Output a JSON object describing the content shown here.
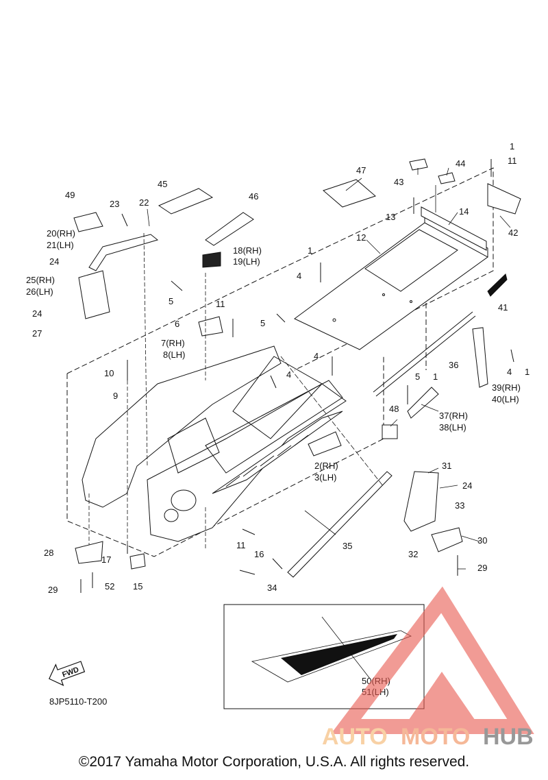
{
  "diagram": {
    "code": "8JP5110-T200",
    "fwd_label": "FWD",
    "copyright": "©2017 Yamaha Motor Corporation, U.S.A. All rights reserved.",
    "watermark": {
      "part1": "AUTO",
      "part2": "MOTO",
      "part3": "HUB",
      "color": "#e85a50"
    },
    "inset_label": "50(RH)\n51(LH)",
    "callouts": {
      "c1_top": "1",
      "c11_top": "11",
      "c42": "42",
      "c44": "44",
      "c43": "43",
      "c47": "47",
      "c13": "13",
      "c14": "14",
      "c12": "12",
      "c1_mid": "1",
      "c49": "49",
      "c45": "45",
      "c46": "46",
      "c22": "22",
      "c23": "23",
      "c20": "20(RH)",
      "c21": "21(LH)",
      "c24a": "24",
      "c25": "25(RH)",
      "c26": "26(LH)",
      "c24b": "24",
      "c27": "27",
      "c18": "18(RH)",
      "c19": "19(LH)",
      "c4a": "4",
      "c5a": "5",
      "c6": "6",
      "c7": "7(RH)",
      "c8": "8(LH)",
      "c11a": "11",
      "c5b": "5",
      "c41": "41",
      "c36": "36",
      "c4b": "4",
      "c4c": "4",
      "c10": "10",
      "c9": "9",
      "c5c": "5",
      "c1c": "1",
      "c4d": "4",
      "c1d": "1",
      "c39": "39(RH)",
      "c40": "40(LH)",
      "c48": "48",
      "c37": "37(RH)",
      "c38": "38(LH)",
      "c2": "2(RH)",
      "c3": "3(LH)",
      "c31": "31",
      "c24c": "24",
      "c33": "33",
      "c30": "30",
      "c35": "35",
      "c32": "32",
      "c29a": "29",
      "c11b": "11",
      "c16": "16",
      "c34": "34",
      "c28": "28",
      "c17": "17",
      "c15": "15",
      "c52": "52",
      "c29b": "29"
    }
  }
}
